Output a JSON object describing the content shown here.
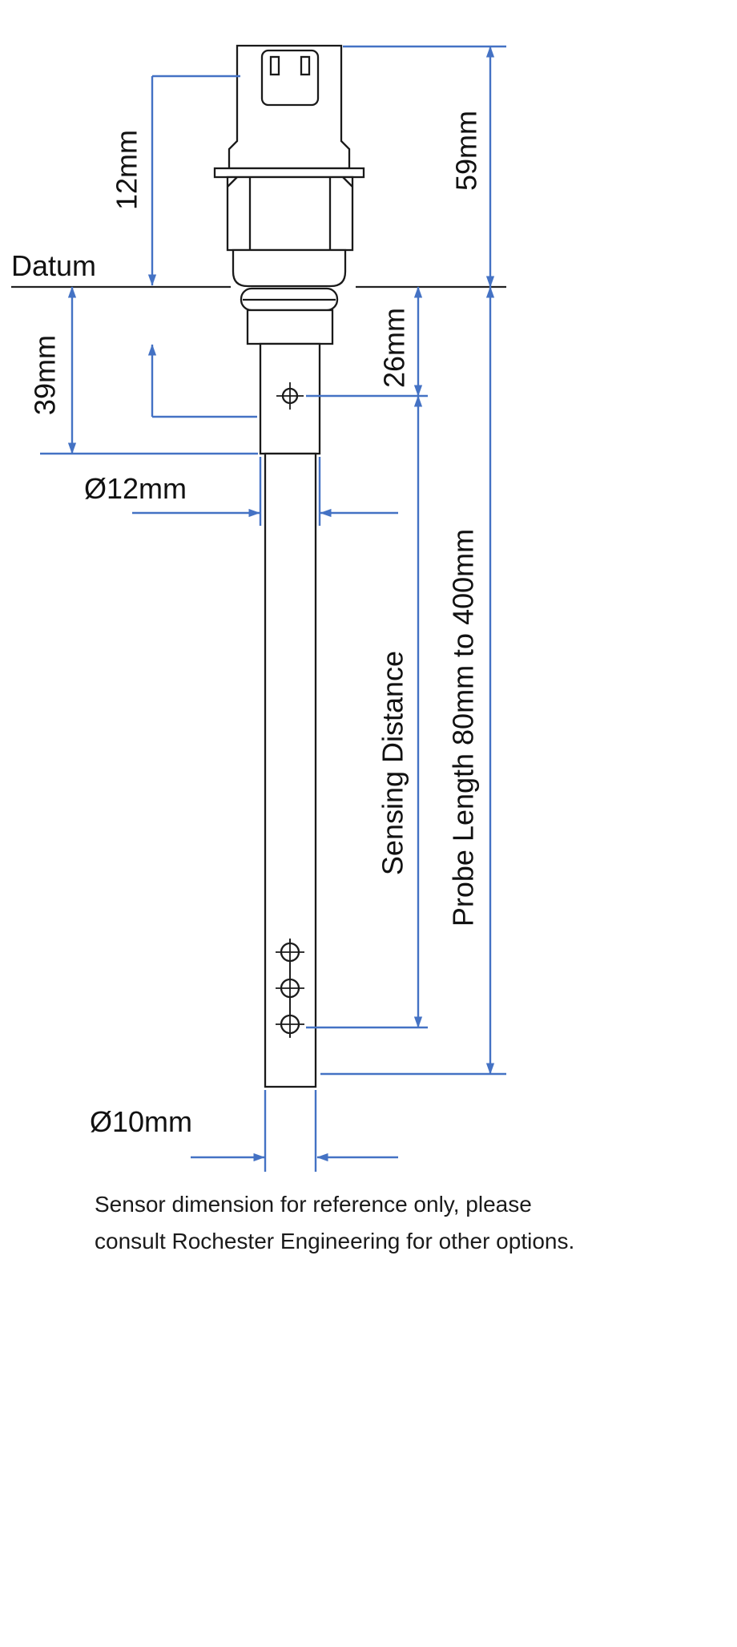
{
  "diagram": {
    "dimensions": {
      "top_offset": "12mm",
      "datum": "Datum",
      "flange_to_shoulder": "39mm",
      "connector_height": "59mm",
      "datum_to_hole": "26mm",
      "upper_diameter": "Ø12mm",
      "sensing_distance": "Sensing Distance",
      "probe_length": "Probe Length 80mm to 400mm",
      "lower_diameter": "Ø10mm"
    },
    "colors": {
      "dimension_line": "#4472C4",
      "outline": "#1a1a1a",
      "background": "#ffffff"
    },
    "footer": {
      "line1": "Sensor dimension for reference only, please",
      "line2": "consult Rochester Engineering for other options."
    }
  }
}
